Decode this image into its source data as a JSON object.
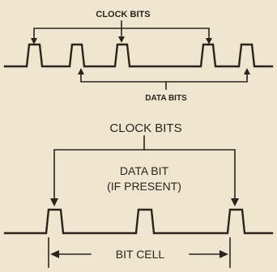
{
  "top_diagram": {
    "clock_label": "CLOCK BITS",
    "data_label": "DATA BITS"
  },
  "bottom_diagram": {
    "clock_label": "CLOCK BITS",
    "data_bit_label_line1": "DATA BIT",
    "data_bit_label_line2": "(IF PRESENT)",
    "bit_cell_label": "BIT CELL"
  },
  "colors": {
    "background": "#efe6cf",
    "ink": "#2a241c"
  }
}
